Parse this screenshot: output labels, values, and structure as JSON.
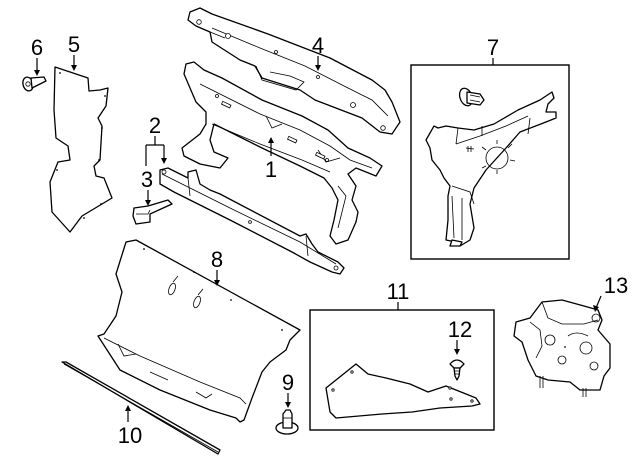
{
  "diagram": {
    "title": "Radiator Support Assembly Parts Diagram",
    "callouts": [
      {
        "id": "1",
        "label": "1",
        "part": "radiator-support"
      },
      {
        "id": "2",
        "label": "2",
        "part": "lower-tie-bar"
      },
      {
        "id": "3",
        "label": "3",
        "part": "bracket"
      },
      {
        "id": "4",
        "label": "4",
        "part": "upper-tie-bar-cover"
      },
      {
        "id": "5",
        "label": "5",
        "part": "side-air-deflector"
      },
      {
        "id": "6",
        "label": "6",
        "part": "push-pin"
      },
      {
        "id": "7",
        "label": "7",
        "part": "air-deflector-kit"
      },
      {
        "id": "8",
        "label": "8",
        "part": "lower-air-deflector"
      },
      {
        "id": "9",
        "label": "9",
        "part": "retainer"
      },
      {
        "id": "10",
        "label": "10",
        "part": "seal"
      },
      {
        "id": "11",
        "label": "11",
        "part": "side-deflector-kit"
      },
      {
        "id": "12",
        "label": "12",
        "part": "screw-clip"
      },
      {
        "id": "13",
        "label": "13",
        "part": "shutter-actuator"
      }
    ]
  }
}
